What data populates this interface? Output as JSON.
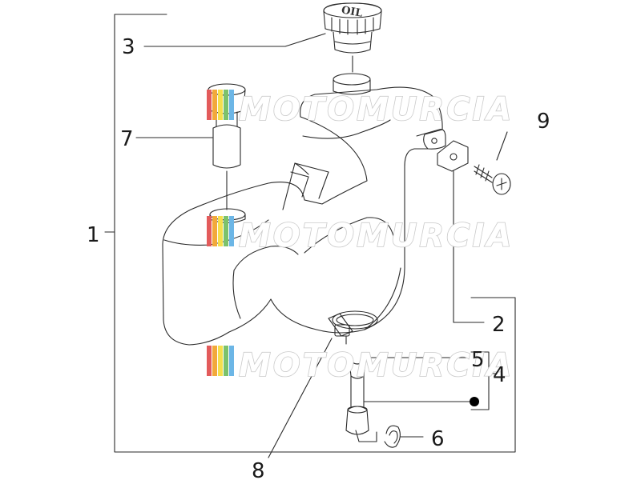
{
  "callouts": {
    "c1": "1",
    "c2": "2",
    "c3": "3",
    "c4": "4",
    "c5": "5",
    "c6": "6",
    "c7": "7",
    "c8": "8",
    "c9": "9"
  },
  "cap_label": "OIL",
  "watermark": {
    "text": "MOTOMURCIA",
    "stripe_colors": [
      "#e35b5b",
      "#f2a93b",
      "#f5df4d",
      "#7cc26b",
      "#6cb6e6"
    ]
  },
  "colors": {
    "line": "#2a2a2a",
    "watermark_outline": "#c9c9c9"
  }
}
